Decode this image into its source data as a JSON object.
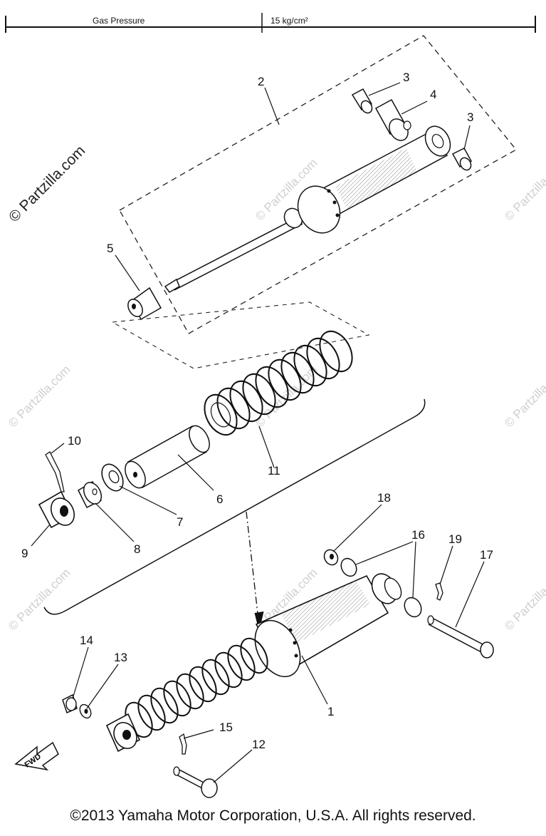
{
  "spec_table": {
    "label": "Gas Pressure",
    "value": "15 kg/cm²"
  },
  "watermark": "© Partzilla.com",
  "fwd_label": "FWD",
  "callouts": {
    "c1": "1",
    "c2": "2",
    "c3a": "3",
    "c3b": "3",
    "c4": "4",
    "c5": "5",
    "c6": "6",
    "c7": "7",
    "c8": "8",
    "c9": "9",
    "c10": "10",
    "c11": "11",
    "c12": "12",
    "c13": "13",
    "c14": "14",
    "c15": "15",
    "c16": "16",
    "c17": "17",
    "c18": "18",
    "c19": "19"
  },
  "footer": {
    "copyright": "©2013  Yamaha Motor Corporation, U.S.A. All rights reserved."
  }
}
